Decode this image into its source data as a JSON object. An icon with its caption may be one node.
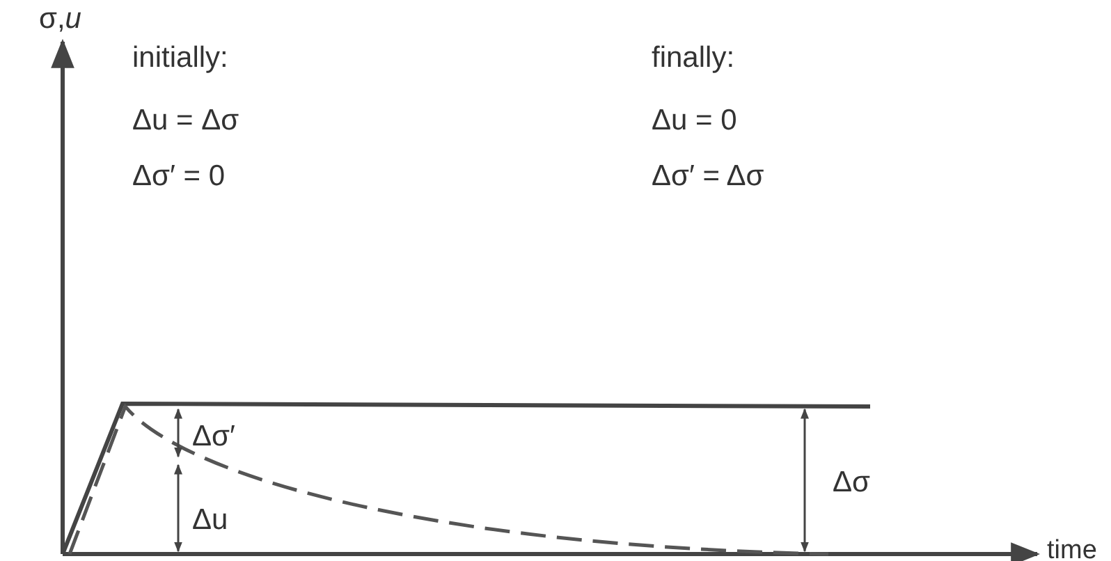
{
  "diagram": {
    "labels": [
      "σ,*u*",
      "initially:",
      "Δu = Δσ",
      "Δσ′ = 0",
      "finally:",
      "Δu = 0",
      "Δσ′ = Δσ",
      "Δσ′",
      "Δu",
      "Δσ",
      "time"
    ]
  }
}
